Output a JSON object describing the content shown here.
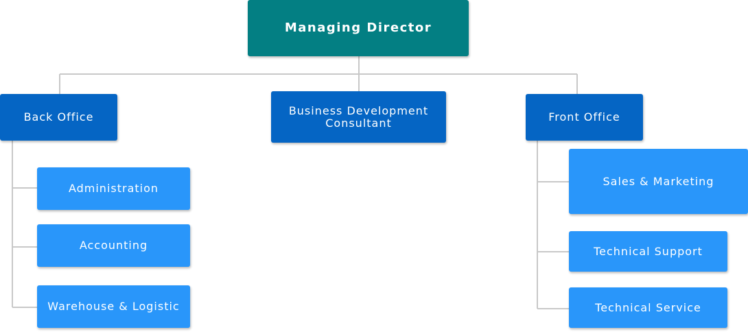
{
  "org_chart": {
    "top": {
      "label": "Managing Director"
    },
    "back_office": {
      "label": "Back Office",
      "children": [
        "Administration",
        "Accounting",
        "Warehouse & Logistic"
      ]
    },
    "business_development": {
      "line1": "Business Development",
      "line2": "Consultant"
    },
    "front_office": {
      "label": "Front Office",
      "children": [
        "Sales & Marketing",
        "Technical Support",
        "Technical Service"
      ]
    }
  },
  "colors": {
    "top": "#037f83",
    "department": "#0565c4",
    "sub_unit": "#2996fa",
    "connector": "#c8c8c8",
    "text": "#ffffff"
  }
}
